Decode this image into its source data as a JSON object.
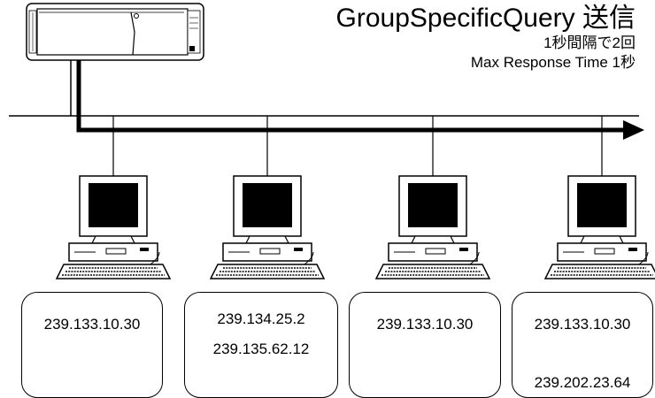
{
  "header": {
    "title": "GroupSpecificQuery 送信",
    "line1": "1秒間隔で2回",
    "line2": "Max Response Time 1秒"
  },
  "hosts": [
    {
      "addresses": [
        "239.133.10.30"
      ]
    },
    {
      "addresses": [
        "239.134.25.2",
        "239.135.62.12"
      ]
    },
    {
      "addresses": [
        "239.133.10.30"
      ]
    },
    {
      "addresses": [
        "239.133.10.30",
        "239.202.23.64"
      ]
    }
  ]
}
